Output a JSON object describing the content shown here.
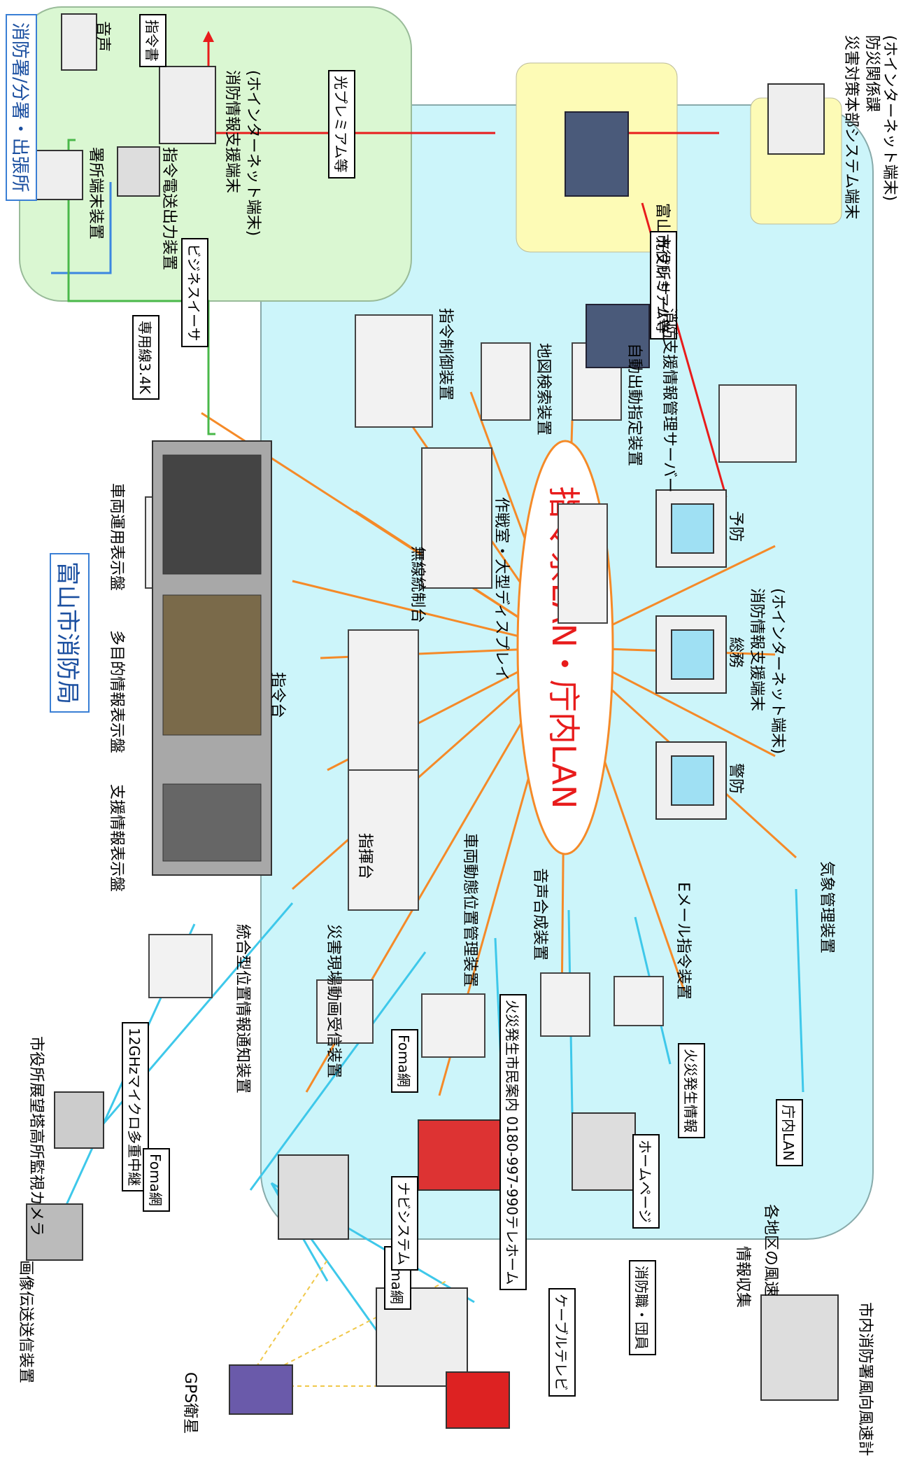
{
  "regions": {
    "fire_hq": "富山市消防局",
    "branch": "消防署/分署・出張所"
  },
  "hub_label": "指令系LAN・庁内LAN",
  "branch_devices": {
    "speaker": "音声",
    "order_doc": "指令書",
    "terminal": "署所端末装置",
    "printer": "指令電送出力装置",
    "support_terminal_1": "消防情報支援端末",
    "support_terminal_2": "(ホインターネット端末)"
  },
  "links": {
    "hikari1": "光プレミアム等",
    "hikari2": "光プレミアム等",
    "dedicated": "専用線3.4K",
    "business": "ビジネスイーサ"
  },
  "city_hall": {
    "server": "富山市役所サーバー",
    "disaster_terminal_1": "災害対策本部システム端末",
    "disaster_terminal_2": "防災関係課",
    "disaster_terminal_3": "(ホインターネット端末)"
  },
  "hq_devices": {
    "command_control": "指令制御装置",
    "map_search": "地図検索装置",
    "auto_dispatch": "自動出動指定装置",
    "support_server": "消防支援情報管理サーバー",
    "yobo": "予防",
    "somu": "総務",
    "keibo": "警防",
    "support_terminals_1": "消防情報支援端末",
    "support_terminals_2": "(ホインターネット端末)",
    "weather": "気象管理装置",
    "email": "Eメール指令装置",
    "voice_synth": "音声合成装置",
    "vehicle_pos": "車両動態位置管理装置",
    "video": "災害現場動画受信装置",
    "location_notify": "統合型位置情報通知装置",
    "shiki": "指揮台",
    "shirei": "指令台",
    "radio": "無線統制台",
    "ops_display": "作戦室・大型ディスプレイ",
    "vehicle_panel": "車両運用表示盤",
    "multi_panel": "多目的情報表示盤",
    "support_panel": "支援情報表示盤"
  },
  "external": {
    "tower_camera": "市役所展望塔高所監視カメラ",
    "microwave": "12GHzマイクロ多重中継",
    "video_tx": "画像伝送送信装置",
    "foma1": "Foma網",
    "foma2": "Foma網",
    "foma3": "Foma網",
    "gps": "GPS衛星",
    "navi": "ナビシステム",
    "telephone_service": "火災発生市民案内 0180-997-990テレホーム",
    "cable_tv": "ケーブルテレビ",
    "fire_mobile": "消防職・団員",
    "homepage": "ホームページ",
    "fire_info": "火災発生情報",
    "lan": "庁内LAN",
    "wind_each": "各地区の風速",
    "info_collect": "情報収集",
    "wind_meter": "市内消防署風向風速計"
  },
  "colors": {
    "hq_bg": "#ccf5fa",
    "branch_bg": "#daf7d2",
    "city_bg": "#fdfbb6",
    "lan_orange": "#f58a28",
    "link_red": "#e81c1c",
    "link_blue": "#3b86e0",
    "link_green": "#4ab84a",
    "cyan_line": "#3ec8ea",
    "gps_dash": "#f0c84a"
  }
}
